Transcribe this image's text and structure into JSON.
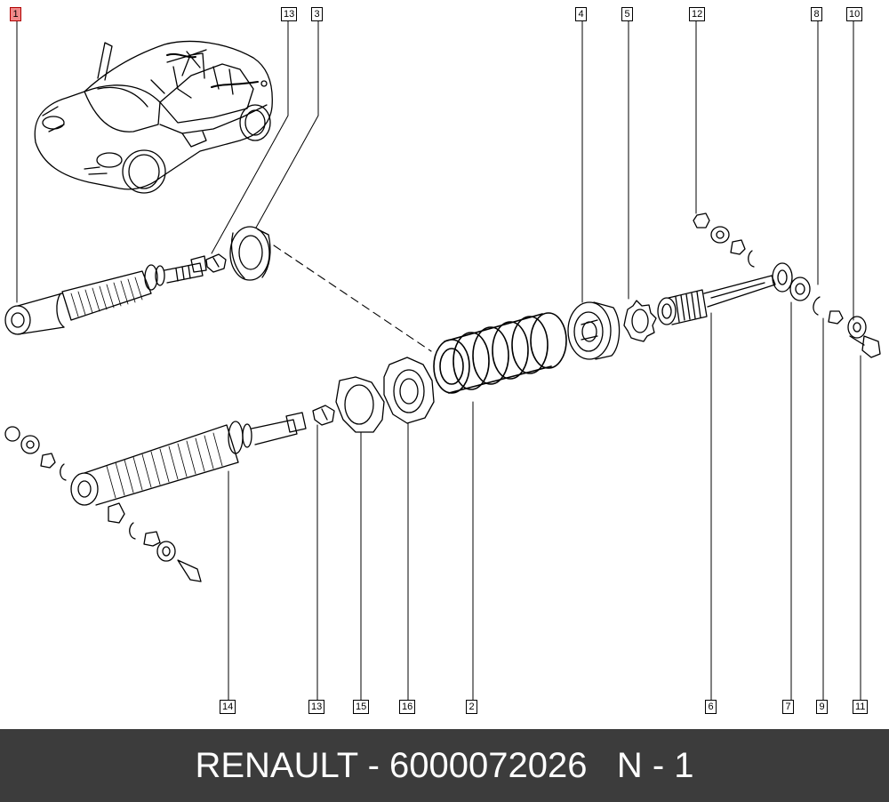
{
  "callouts_top": [
    "1",
    "13",
    "3",
    "4",
    "5",
    "12",
    "8",
    "10"
  ],
  "callouts_bottom": [
    "14",
    "13",
    "15",
    "16",
    "2",
    "6",
    "7",
    "9",
    "11"
  ],
  "highlight_color": "#f08a8a",
  "footer": {
    "text": "RENAULT - 6000072026   N - 1",
    "background": "#3c3c3c",
    "color": "#ffffff"
  }
}
